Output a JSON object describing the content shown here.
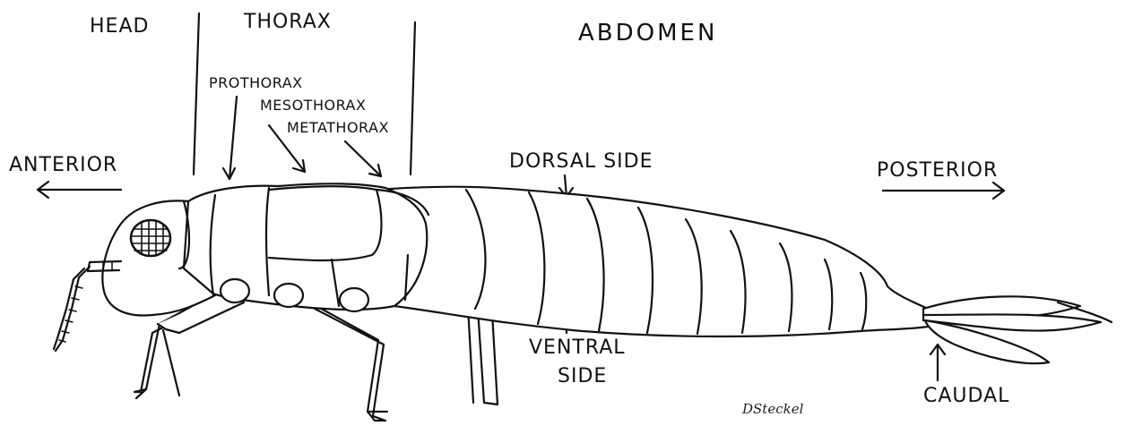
{
  "regions": {
    "head": "HEAD",
    "thorax": "THORAX",
    "abdomen": "ABDOMEN"
  },
  "thorax_segments": {
    "prothorax": "PROTHORAX",
    "mesothorax": "MESOTHORAX",
    "metathorax": "METATHORAX"
  },
  "orientation": {
    "anterior": "ANTERIOR",
    "posterior": "POSTERIOR",
    "dorsal": "DORSAL SIDE",
    "ventral_line1": "VENTRAL",
    "ventral_line2": "SIDE",
    "caudal": "CAUDAL"
  },
  "signature": "DSteckel",
  "colors": {
    "ink": "#111111",
    "background": "#ffffff"
  }
}
